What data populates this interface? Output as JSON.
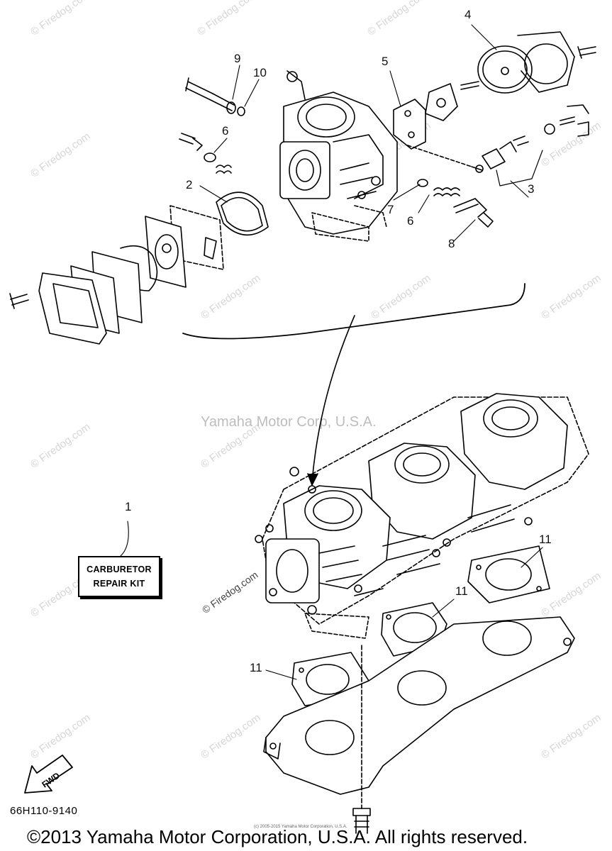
{
  "diagram": {
    "callouts": {
      "c1": "1",
      "c2": "2",
      "c3": "3",
      "c4": "4",
      "c5": "5",
      "c6a": "6",
      "c6b": "6",
      "c7": "7",
      "c8": "8",
      "c9": "9",
      "c10": "10",
      "c11a": "11",
      "c11b": "11",
      "c11c": "11"
    },
    "kit_label": {
      "line1": "CARBURETOR",
      "line2": "REPAIR KIT"
    },
    "fwd_label": "FWD",
    "part_code": "66H110-9140",
    "center_watermark": "Yamaha Motor Corp, U.S.A.",
    "watermark": "© Firedog.com",
    "tiny_credit": "(c) 2005-2015 Yamaha Motor Corporation, U.S.A.",
    "copyright": "©2013 Yamaha Motor Corporation, U.S.A. All rights reserved."
  }
}
